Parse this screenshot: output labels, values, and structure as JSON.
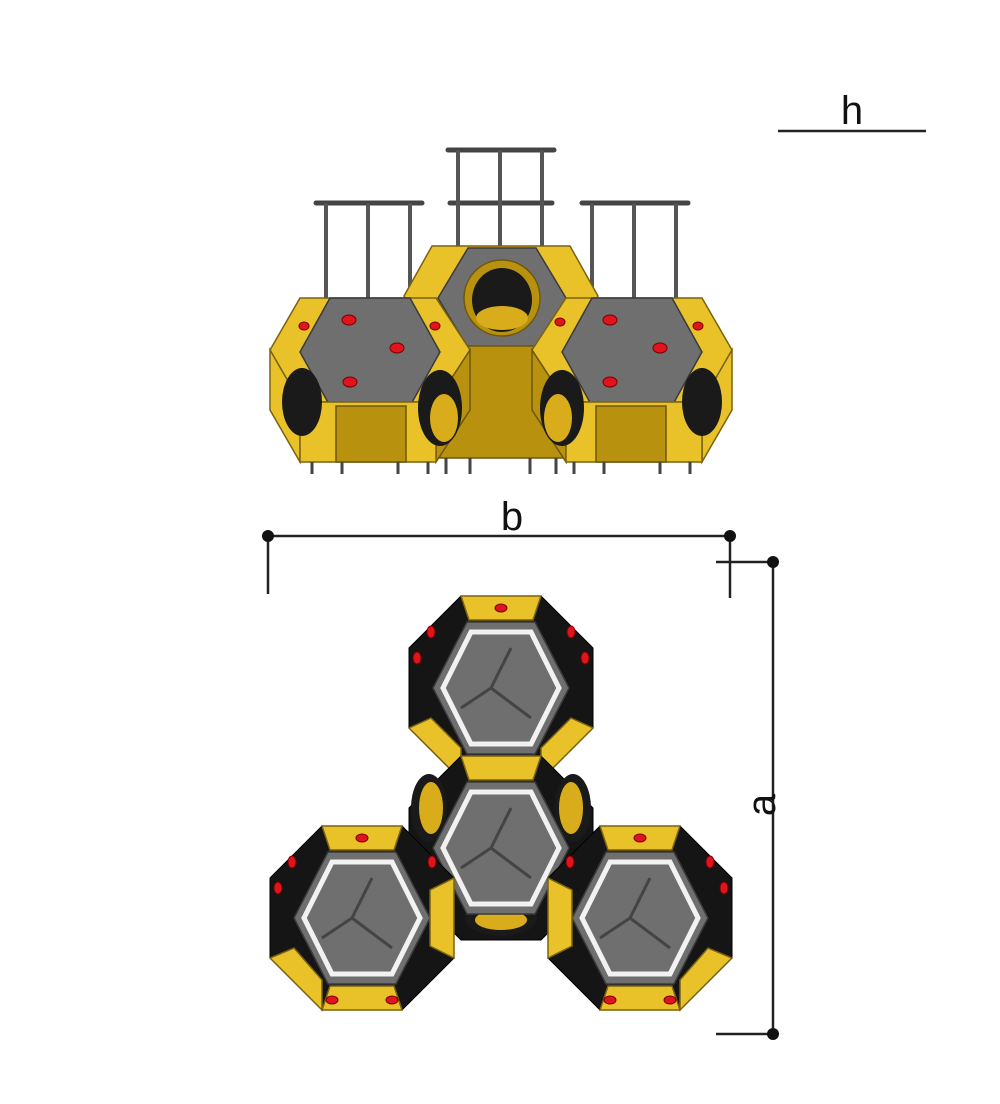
{
  "dimensions": {
    "height_label": "h",
    "width_label": "b",
    "depth_label": "a"
  },
  "colors": {
    "panel_yellow": "#e9c22a",
    "panel_grey": "#6f6f6f",
    "panel_black": "#151515",
    "climbing_hold_red": "#e0141c",
    "dimension_line": "#222222"
  }
}
